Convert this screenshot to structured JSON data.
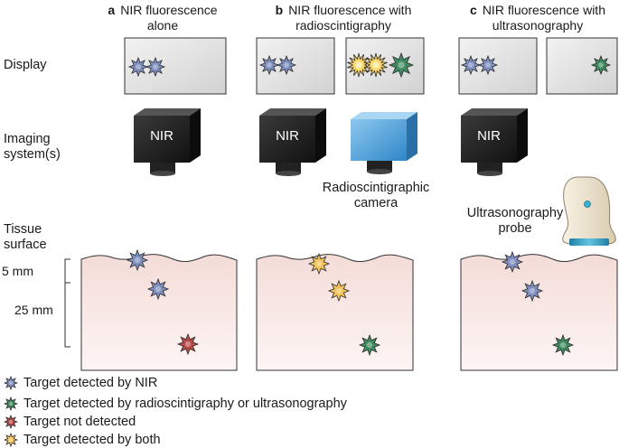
{
  "panels": [
    {
      "letter": "a",
      "title_line1": "NIR fluorescence",
      "title_line2": "alone"
    },
    {
      "letter": "b",
      "title_line1": "NIR fluorescence with",
      "title_line2": "radioscintigraphy"
    },
    {
      "letter": "c",
      "title_line1": "NIR fluorescence with",
      "title_line2": "ultrasonography"
    }
  ],
  "row_labels": {
    "display": "Display",
    "imaging_line1": "Imaging",
    "imaging_line2": "system(s)",
    "tissue_line1": "Tissue",
    "tissue_line2": "surface"
  },
  "camera_label": "NIR",
  "radio_camera_line1": "Radioscintigraphic",
  "radio_camera_line2": "camera",
  "us_probe_line1": "Ultrasonography",
  "us_probe_line2": "probe",
  "depths": {
    "shallow": "5 mm",
    "deep": "25 mm"
  },
  "legend": [
    {
      "label": "Target detected by NIR",
      "color": "#7f8fbf"
    },
    {
      "label": "Target detected by radioscintigraphy or ultrasonography",
      "color": "#3f8a5f"
    },
    {
      "label": "Target not detected",
      "color": "#b84a4a"
    },
    {
      "label": "Target detected by both",
      "color": "#f1c35a"
    }
  ],
  "colors": {
    "nir_star": "#7f8fbf",
    "green_star": "#3f8a5f",
    "red_star": "#b84a4a",
    "yellow_star": "#f1c35a",
    "tissue_top": "#f4dcd8",
    "display_fill": "#dcdcdc",
    "radio_camera": "#4a9bd6",
    "probe_body": "#efe6d2",
    "probe_tip": "#2fa6c9"
  }
}
